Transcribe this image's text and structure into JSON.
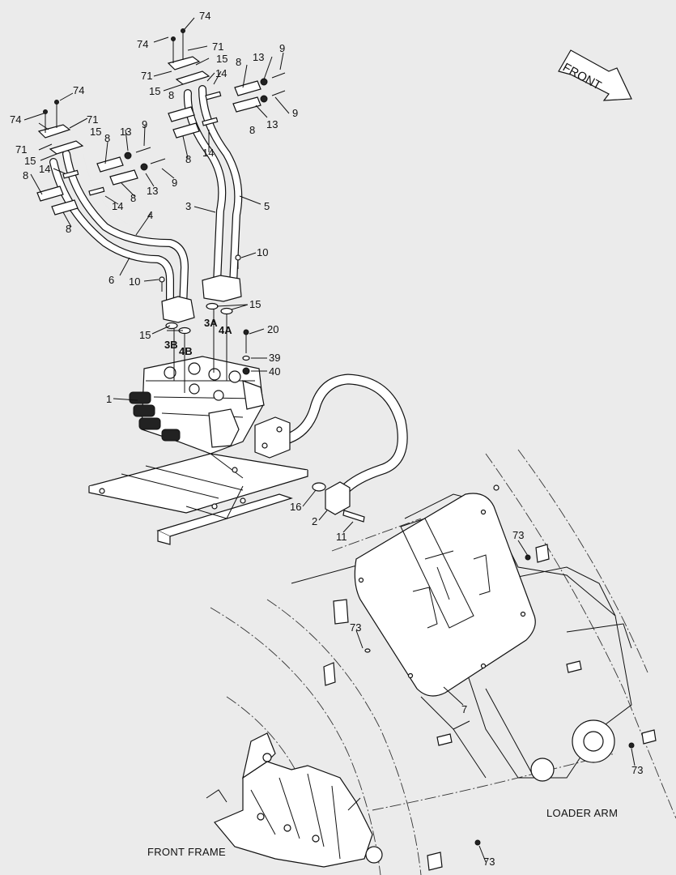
{
  "front_arrow": {
    "label": "FRONT"
  },
  "captions": {
    "loader_arm": "LOADER ARM",
    "front_frame": "FRONT FRAME"
  },
  "callouts": {
    "c1": "1",
    "c2": "2",
    "c3": "3",
    "c3a": "3A",
    "c3b": "3B",
    "c4": "4",
    "c4a": "4A",
    "c4b": "4B",
    "c5": "5",
    "c6": "6",
    "c7": "7",
    "c8": "8",
    "c9": "9",
    "c10": "10",
    "c11": "11",
    "c13": "13",
    "c14": "14",
    "c15": "15",
    "c16": "16",
    "c20": "20",
    "c39": "39",
    "c40": "40",
    "c71": "71",
    "c73": "73",
    "c74": "74"
  }
}
